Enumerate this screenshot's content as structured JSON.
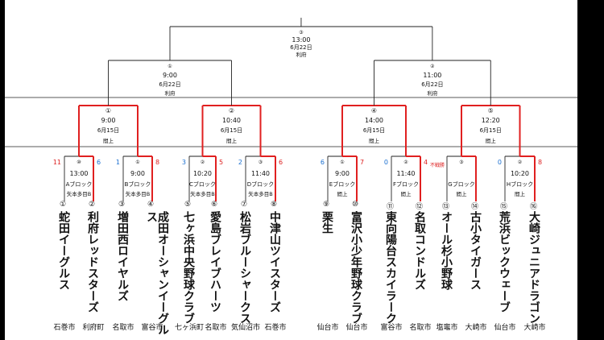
{
  "final": {
    "label": "③",
    "time": "13:00",
    "date": "6月22日",
    "venue": "利府"
  },
  "semis": [
    {
      "label": "①",
      "time": "9:00",
      "date": "6月22日",
      "venue": "利府"
    },
    {
      "label": "②",
      "time": "11:00",
      "date": "6月22日",
      "venue": "利府"
    }
  ],
  "quarters": [
    {
      "label": "①",
      "time": "9:00",
      "date": "6月15日",
      "venue": "間上"
    },
    {
      "label": "②",
      "time": "10:40",
      "date": "6月15日",
      "venue": "間上"
    },
    {
      "label": "④",
      "time": "14:00",
      "date": "6月15日",
      "venue": "間上"
    },
    {
      "label": "⑤",
      "time": "12:20",
      "date": "6月15日",
      "venue": "間上"
    }
  ],
  "blocks": [
    {
      "label": "⑩",
      "time": "13:00",
      "block": "Aブロック",
      "venue": "矢本多目B",
      "score_left": "11",
      "score_right": "6",
      "left_color": "#d22",
      "right_color": "#1a6fd0"
    },
    {
      "label": "①",
      "time": "9:00",
      "block": "Bブロック",
      "venue": "矢本多目B",
      "score_left": "1",
      "score_right": "8",
      "left_color": "#1a6fd0",
      "right_color": "#d22"
    },
    {
      "label": "②",
      "time": "10:20",
      "block": "Cブロック",
      "venue": "矢本多目B",
      "score_left": "3",
      "score_right": "5",
      "left_color": "#1a6fd0",
      "right_color": "#d22"
    },
    {
      "label": "③",
      "time": "11:40",
      "block": "Dブロック",
      "venue": "矢本多目B",
      "score_left": "2",
      "score_right": "6",
      "left_color": "#1a6fd0",
      "right_color": "#d22"
    },
    {
      "label": "①",
      "time": "9:00",
      "block": "Eブロック",
      "venue": "間上",
      "score_left": "6",
      "score_right": "7",
      "left_color": "#1a6fd0",
      "right_color": "#d22"
    },
    {
      "label": "②",
      "time": "11:40",
      "block": "Fブロック",
      "venue": "間上",
      "score_left": "0",
      "score_right": "4",
      "left_color": "#1a6fd0",
      "right_color": "#d22"
    },
    {
      "label": "③",
      "time": "",
      "block": "Gブロック",
      "venue": "間上",
      "score_left": "不戦勝",
      "score_right": "",
      "left_color": "#d22",
      "right_color": "#1a6fd0"
    },
    {
      "label": "②",
      "time": "10:20",
      "block": "Hブロック",
      "venue": "間上",
      "score_left": "0",
      "score_right": "8",
      "left_color": "#1a6fd0",
      "right_color": "#d22"
    }
  ],
  "teams": [
    {
      "num": "①",
      "name": "蛇田イーグルス",
      "city": "石巻市"
    },
    {
      "num": "②",
      "name": "利府レッドスターズ",
      "city": "利府町"
    },
    {
      "num": "③",
      "name": "増田西ロイヤルズ",
      "city": "名取市"
    },
    {
      "num": "④",
      "name": "成田オーシャンイーグルス",
      "city": "富谷市"
    },
    {
      "num": "⑤",
      "name": "七ヶ浜中央野球クラブ",
      "city": "七ヶ浜町"
    },
    {
      "num": "⑥",
      "name": "愛島ブレイブハーツ",
      "city": "名取市"
    },
    {
      "num": "⑦",
      "name": "松岩ブルーシャークス",
      "city": "気仙沼市"
    },
    {
      "num": "⑧",
      "name": "中津山ツイスターズ",
      "city": "石巻市"
    },
    {
      "num": "⑨",
      "name": "栗生",
      "city": "仙台市"
    },
    {
      "num": "⑩",
      "name": "富沢小少年野球クラブ",
      "city": "仙台市"
    },
    {
      "num": "⑪",
      "name": "東向陽台スカイラーク",
      "city": "富谷市"
    },
    {
      "num": "⑫",
      "name": "名取コンドルズ",
      "city": "名取市"
    },
    {
      "num": "⑬",
      "name": "オール杉小野球",
      "city": "塩竈市"
    },
    {
      "num": "⑭",
      "name": "古小タイガース",
      "city": "大崎市"
    },
    {
      "num": "⑮",
      "name": "荒浜ビックウェーブ",
      "city": "仙台市"
    },
    {
      "num": "⑯",
      "name": "大崎ジュニアドラゴン",
      "city": "大崎市"
    }
  ],
  "colors": {
    "win": "#e02020",
    "line": "#222222",
    "blue": "#1a6fd0",
    "frame": "#000000"
  }
}
